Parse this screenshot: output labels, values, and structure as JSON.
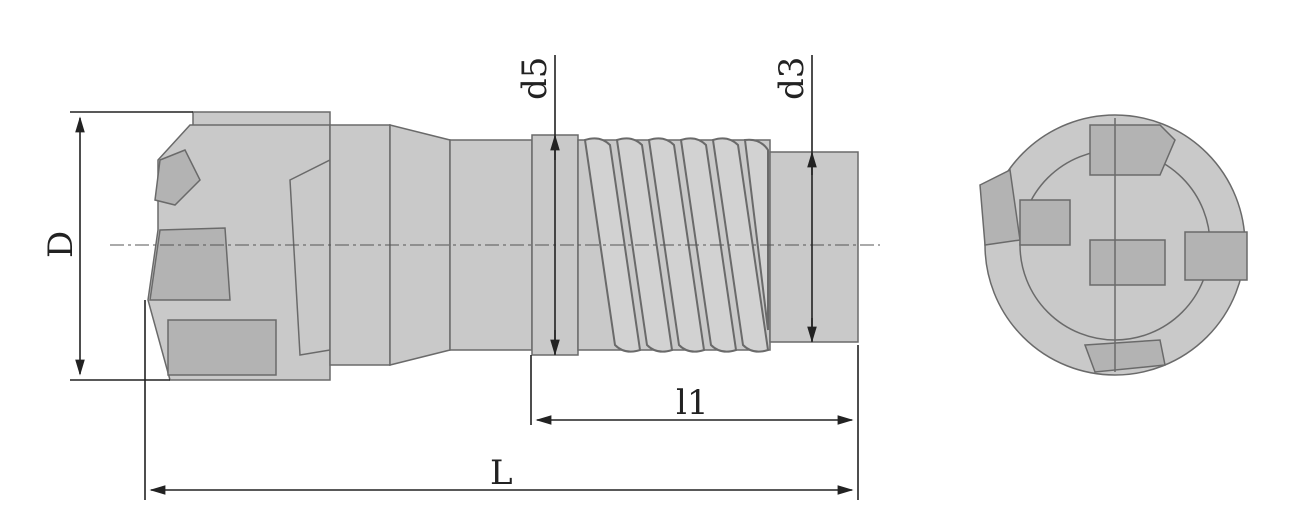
{
  "labels": {
    "diameter": "D",
    "d5": "d5",
    "d3": "d3",
    "l1": "l1",
    "length": "L"
  },
  "colors": {
    "body": "#c9c9c9",
    "outline": "#6a6a6a",
    "dimension": "#222222"
  }
}
